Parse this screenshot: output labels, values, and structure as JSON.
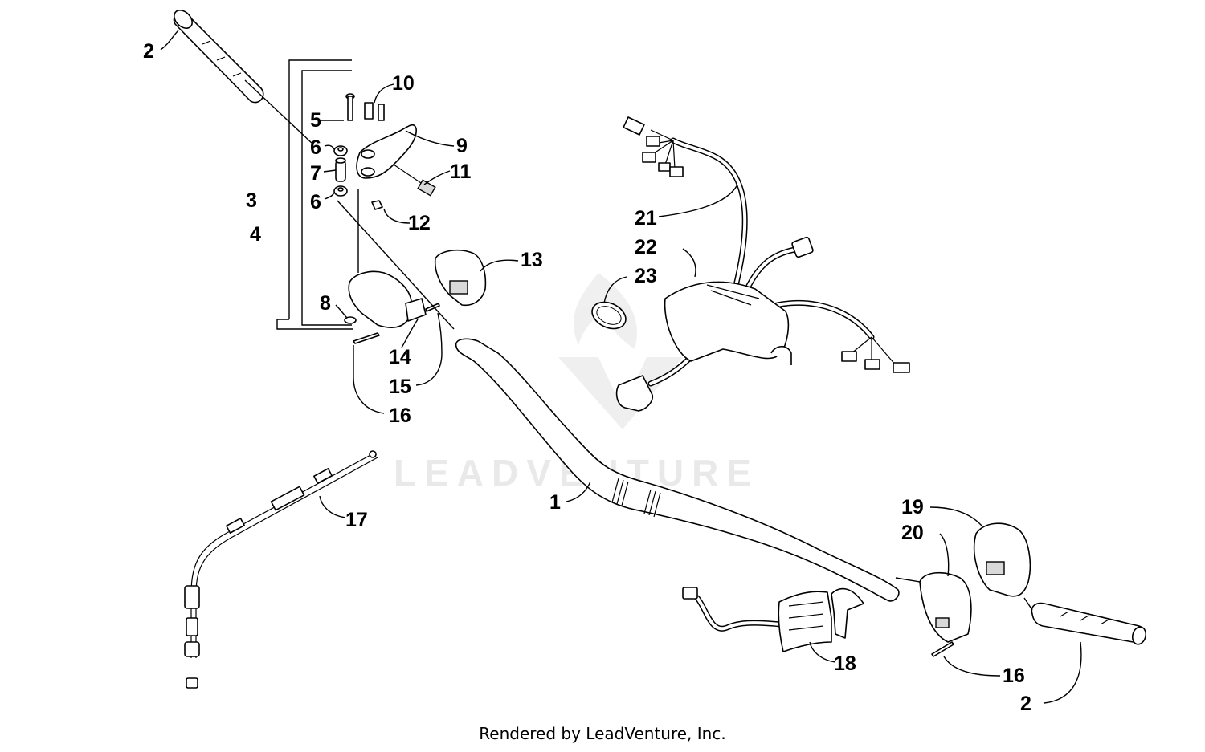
{
  "diagram": {
    "watermark": "LEADVENTURE",
    "footer": "Rendered by LeadVenture, Inc.",
    "callouts": {
      "c1": "1",
      "c2a": "2",
      "c2b": "2",
      "c3": "3",
      "c4": "4",
      "c5": "5",
      "c6a": "6",
      "c6b": "6",
      "c7": "7",
      "c8": "8",
      "c9": "9",
      "c10": "10",
      "c11": "11",
      "c12": "12",
      "c13": "13",
      "c14": "14",
      "c15": "15",
      "c16a": "16",
      "c16b": "16",
      "c17": "17",
      "c18": "18",
      "c19": "19",
      "c20": "20",
      "c21": "21",
      "c22": "22",
      "c23": "23"
    }
  }
}
